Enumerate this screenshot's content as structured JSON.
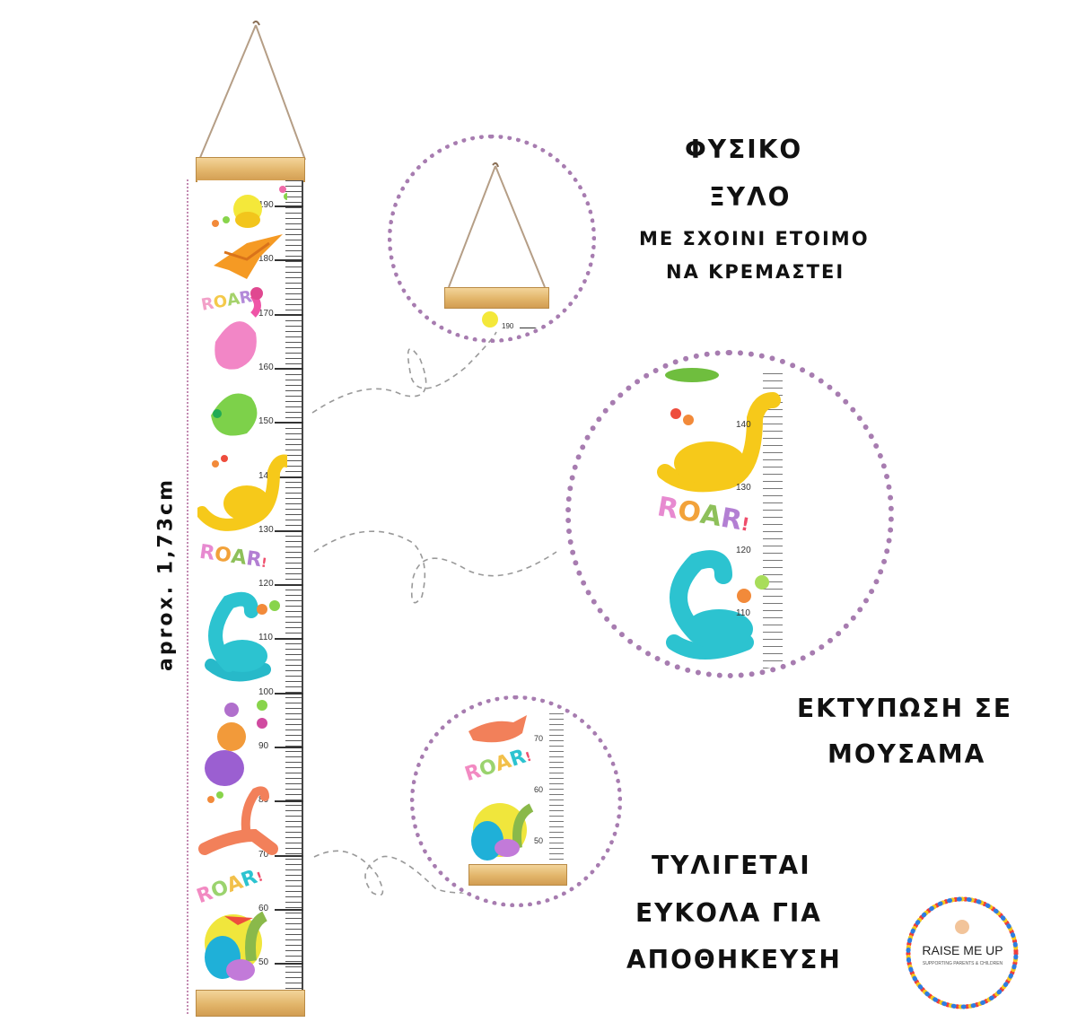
{
  "features": {
    "wood_line1": "ΦΥΣΙΚΟ",
    "wood_line2": "ΞΥΛΟ",
    "rope_line1": "ΜΕ ΣΧΟΙΝΙ ΕΤΟΙΜΟ",
    "rope_line2": "ΝΑ ΚΡΕΜΑΣΤΕΙ",
    "print_line1": "ΕΚΤΥΠΩΣΗ ΣΕ",
    "print_line2": "ΜΟΥΣΑΜΑ",
    "roll_line1": "ΤΥΛΙΓΕΤΑΙ",
    "roll_line2": "ΕΥΚΟΛΑ ΓΙΑ",
    "roll_line3": "ΑΠΟΘΗΚΕΥΣΗ"
  },
  "dimension_label": "aprox. 1,73cm",
  "roar_text": [
    "R",
    "O",
    "A",
    "R",
    "!"
  ],
  "chart_scale": {
    "labels": [
      "190",
      "180",
      "170",
      "160",
      "150",
      "140",
      "130",
      "120",
      "110",
      "100",
      "90",
      "80",
      "70",
      "60",
      "50"
    ]
  },
  "zoom_top_scale": [
    "190"
  ],
  "zoom_middle_scale": [
    "140",
    "130",
    "120",
    "110"
  ],
  "zoom_bottom_scale": [
    "70",
    "60",
    "50"
  ],
  "logo": {
    "title": "RAISE ME UP",
    "tagline": "SUPPORTING PARENTS & CHILDREN"
  },
  "colors": {
    "dotted_circle": "#a77cb0",
    "wood": "#e2b56a",
    "rope": "#b59e86"
  }
}
